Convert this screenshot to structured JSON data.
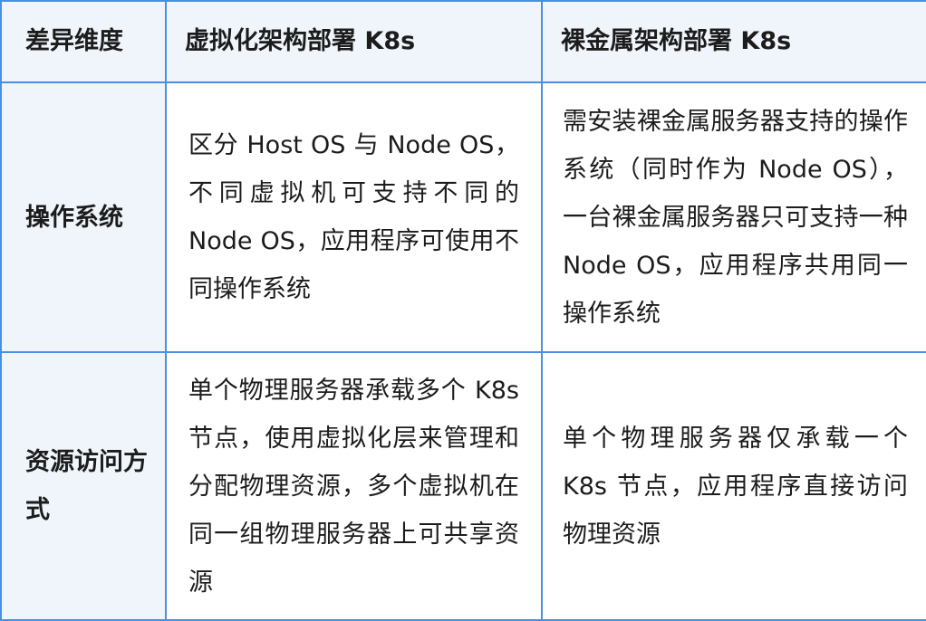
{
  "header": {
    "col1": "差异维度",
    "col2": "虚拟化架构部署 K8s",
    "col3": "裸金属架构部署 K8s"
  },
  "rows": [
    {
      "label": "操作系统",
      "virtualized": "区分 Host OS 与 Node OS，不同虚拟机可支持不同的 Node OS，应用程序可使用不同操作系统",
      "bare_metal": "需安装裸金属服务器支持的操作系统（同时作为 Node OS），一台裸金属服务器只可支持一种 Node OS，应用程序共用同一操作系统"
    },
    {
      "label": "资源访问方式",
      "virtualized": "单个物理服务器承载多个 K8s 节点，使用虚拟化层来管理和分配物理资源，多个虚拟机在同一组物理服务器上可共享资源",
      "bare_metal": "单个物理服务器仅承载一个 K8s 节点，应用程序直接访问物理资源"
    }
  ]
}
